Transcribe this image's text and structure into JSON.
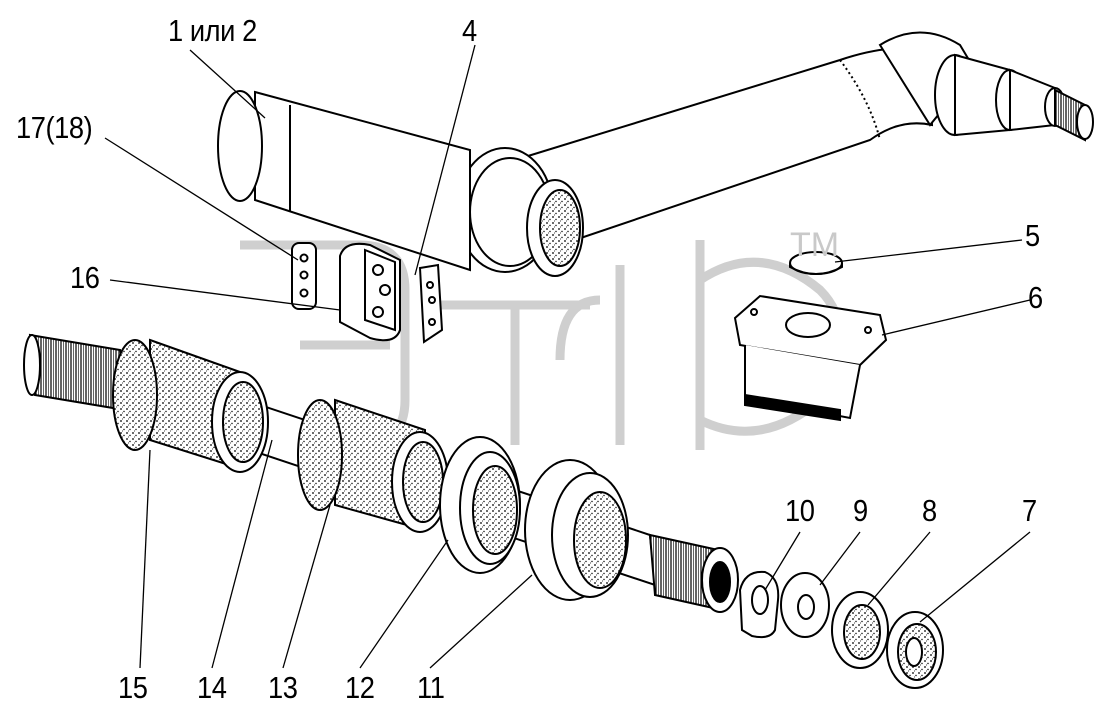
{
  "callouts": {
    "c1": "1 или 2",
    "c4": "4",
    "c17": "17(18)",
    "c16": "16",
    "c5": "5",
    "c6": "6",
    "c10": "10",
    "c9": "9",
    "c8": "8",
    "c7": "7",
    "c15": "15",
    "c14": "14",
    "c13": "13",
    "c12": "12",
    "c11": "11"
  },
  "watermark": {
    "trademark": "TM"
  },
  "colors": {
    "line": "#000000",
    "watermark": "#c9c9c9",
    "stipple_fill": "#e6e6e6",
    "background": "#ffffff"
  }
}
